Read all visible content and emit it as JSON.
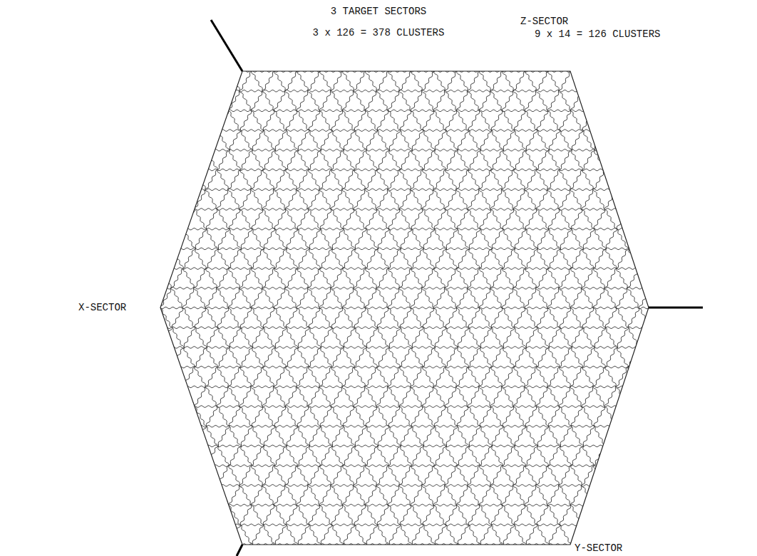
{
  "diagram": {
    "title": "3 TARGET SECTORS",
    "labels": [
      "3 x 126 = 378 CLUSTERS",
      "Z-SECTOR",
      "9 x 14 = 126 CLUSTERS",
      "X-SECTOR",
      "Y-SECTOR"
    ]
  }
}
